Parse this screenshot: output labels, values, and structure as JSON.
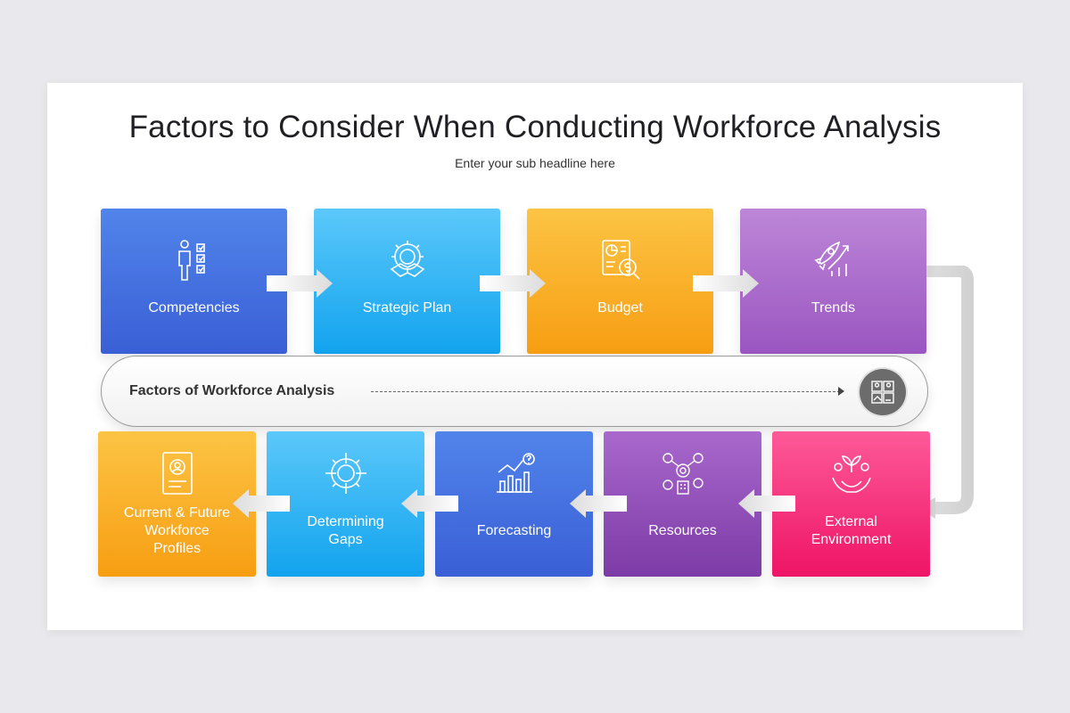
{
  "title": "Factors to Consider When Conducting Workforce Analysis",
  "subtitle": "Enter your sub headline here",
  "center": {
    "label": "Factors of Workforce Analysis",
    "icon": "workforce-puzzle-icon"
  },
  "top_row": [
    {
      "label": "Competencies",
      "icon": "person-checklist-icon",
      "color_from": "#4c7fe8",
      "color_to": "#3a60d6"
    },
    {
      "label": "Strategic Plan",
      "icon": "gear-handshake-icon",
      "color_from": "#2dbaf5",
      "color_to": "#1aa3ef"
    },
    {
      "label": "Budget",
      "icon": "report-dollar-icon",
      "color_from": "#fbbd3c",
      "color_to": "#f8a21a"
    },
    {
      "label": "Trends",
      "icon": "rocket-growth-icon",
      "color_from": "#b67ad4",
      "color_to": "#9b58c2"
    }
  ],
  "bottom_row": [
    {
      "label_lines": [
        "Current & Future",
        "Workforce",
        "Profiles"
      ],
      "icon": "profile-badge-icon",
      "color_from": "#fbbd3c",
      "color_to": "#f8a21a"
    },
    {
      "label_lines": [
        "Determining",
        "Gaps"
      ],
      "icon": "target-icon",
      "color_from": "#2dbaf5",
      "color_to": "#1aa3ef"
    },
    {
      "label_lines": [
        "Forecasting"
      ],
      "icon": "chart-question-icon",
      "color_from": "#4c7fe8",
      "color_to": "#3a60d6"
    },
    {
      "label_lines": [
        "Resources"
      ],
      "icon": "resources-network-icon",
      "color_from": "#9d5cc4",
      "color_to": "#7f3ea9"
    },
    {
      "label_lines": [
        "External",
        "Environment"
      ],
      "icon": "hands-plant-icon",
      "color_from": "#fb4d8f",
      "color_to": "#f01a6b"
    }
  ]
}
